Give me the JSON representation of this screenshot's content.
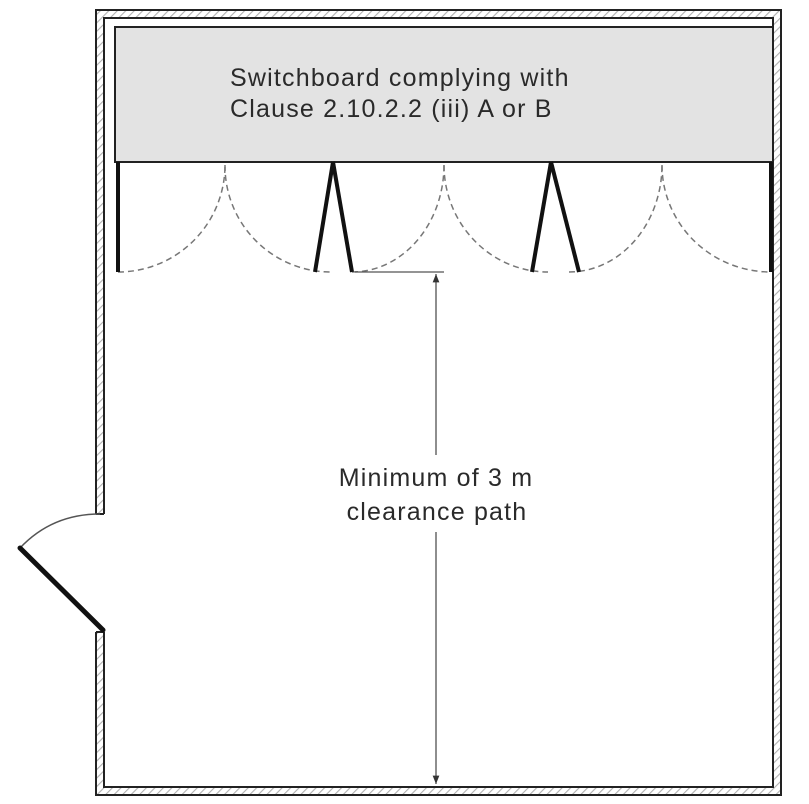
{
  "switchboard": {
    "label_line1": "Switchboard complying with",
    "label_line2": "Clause 2.10.2.2 (iii) A or B"
  },
  "clearance": {
    "label_line1": "Minimum of 3 m",
    "label_line2": "clearance path"
  },
  "colors": {
    "wall_hatch": "#c8c8c8",
    "wall_line": "#222222",
    "switchboard_fill": "#e3e3e3",
    "door_leaf": "#111111",
    "swing_arc": "#777777",
    "dimension_line": "#444444"
  }
}
